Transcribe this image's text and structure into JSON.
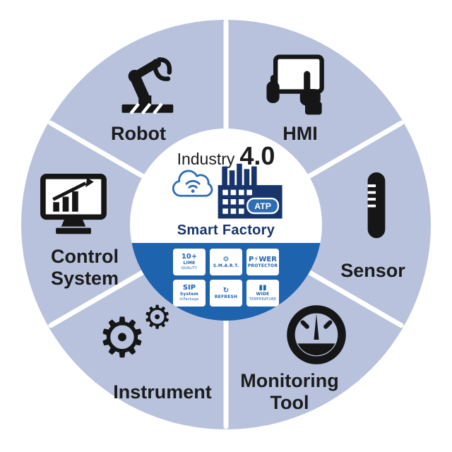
{
  "colors": {
    "ring": "#b8c2dd",
    "divider": "#ffffff",
    "band_blue": "#1e63ae",
    "navy": "#17356b",
    "accent_blue": "#2e6db6",
    "icon_black": "#161616",
    "label_text": "#1c1c1c"
  },
  "center": {
    "title_prefix": "Industry",
    "title_version": "4.0",
    "subtitle": "Smart Factory",
    "factory_label": "ATP"
  },
  "segments": [
    {
      "id": "robot",
      "label": "Robot",
      "icon": "robot-arm-icon"
    },
    {
      "id": "hmi",
      "label": "HMI",
      "icon": "hands-tablet-icon"
    },
    {
      "id": "sensor",
      "label": "Sensor",
      "icon": "sensor-probe-icon"
    },
    {
      "id": "monitoring-tool",
      "label": "Monitoring Tool",
      "icon": "gauge-icon"
    },
    {
      "id": "instrument",
      "label": "Instrument",
      "icon": "gears-icon"
    },
    {
      "id": "control-system",
      "label": "Control System",
      "icon": "monitor-chart-icon"
    }
  ],
  "icons": {
    "gear_glyph": "⚙"
  },
  "badges": [
    {
      "lines": [
        "10+",
        "LIME",
        "QUALITY"
      ]
    },
    {
      "lines": [
        "⚙",
        "S.M.A.R.T.",
        ""
      ]
    },
    {
      "lines": [
        "P⚡WER",
        "PROTECTOR",
        ""
      ]
    },
    {
      "lines": [
        "SIP",
        "System",
        "InPackage"
      ]
    },
    {
      "lines": [
        "↻",
        "REFRESH",
        ""
      ]
    },
    {
      "lines": [
        "▮▮",
        "WIDE",
        "TEMPERATURE"
      ]
    }
  ]
}
